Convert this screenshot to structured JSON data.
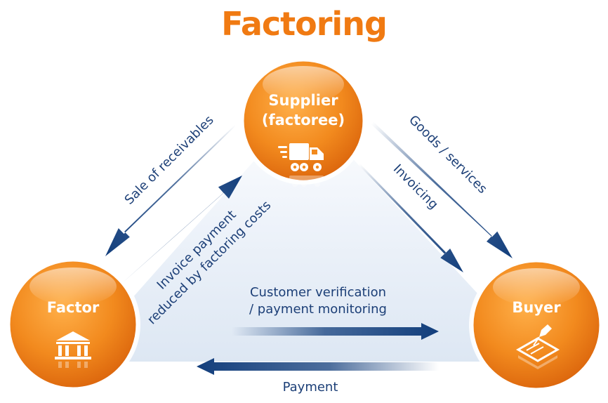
{
  "title": "Factoring",
  "nodes": {
    "supplier": {
      "line1": "Supplier",
      "line2": "(factoree)",
      "icon": "delivery-truck-icon"
    },
    "factor": {
      "label": "Factor",
      "icon": "bank-building-icon"
    },
    "buyer": {
      "label": "Buyer",
      "icon": "signing-pen-icon"
    }
  },
  "flows": {
    "sale_of_receivables": "Sale of receivables",
    "invoice_payment_line1": "Invoice payment",
    "invoice_payment_line2": "reduced by factoring costs",
    "goods_services": "Goods / services",
    "invoicing": "Invoicing",
    "verification_line1": "Customer verification",
    "verification_line2": "/ payment monitoring",
    "payment": "Payment"
  },
  "colors": {
    "title": "#F07A12",
    "node_fill": "#F28A1E",
    "arrow": "#123E7C",
    "label": "#1C3F77",
    "triangle_fill": "#E4ECF6"
  }
}
